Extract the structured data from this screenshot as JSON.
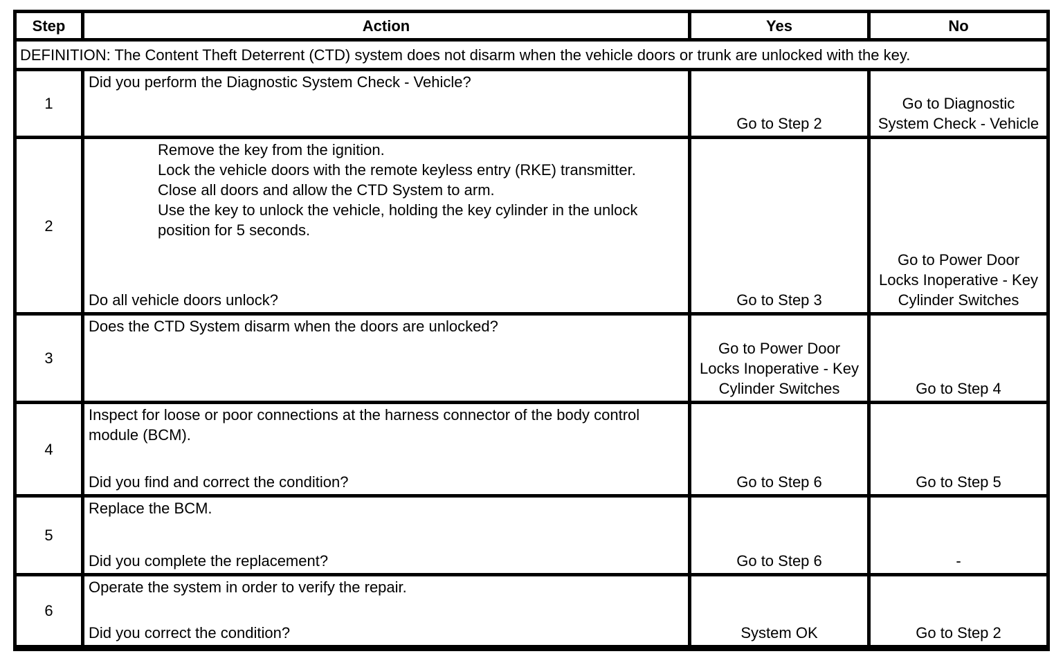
{
  "table": {
    "headers": {
      "step": "Step",
      "action": "Action",
      "yes": "Yes",
      "no": "No"
    },
    "definition": "DEFINITION: The Content Theft Deterrent (CTD) system does not disarm when the vehicle doors or trunk are unlocked with the key.",
    "rows": [
      {
        "step": "1",
        "question": "Did you perform the Diagnostic System Check - Vehicle?",
        "yes": "Go to Step 2",
        "no": "Go to Diagnostic System Check - Vehicle"
      },
      {
        "step": "2",
        "items": [
          "Remove the key from the ignition.",
          "Lock the vehicle doors with the remote keyless entry (RKE) transmitter.",
          "Close all doors and allow the CTD System to arm.",
          "Use the key to unlock the vehicle, holding the key cylinder in the unlock position for 5 seconds."
        ],
        "question": "Do all vehicle doors unlock?",
        "yes": "Go to Step 3",
        "no": "Go to Power Door Locks Inoperative - Key Cylinder Switches"
      },
      {
        "step": "3",
        "question": "Does the CTD System disarm when the doors are unlocked?",
        "yes": "Go to Power Door Locks Inoperative - Key Cylinder Switches",
        "no": "Go to Step 4"
      },
      {
        "step": "4",
        "text": "Inspect for loose or poor connections at the harness connector of the body control module (BCM).",
        "question": "Did you find and correct the condition?",
        "yes": "Go to Step 6",
        "no": "Go to Step 5"
      },
      {
        "step": "5",
        "text": "Replace the BCM.",
        "question": "Did you complete the replacement?",
        "yes": "Go to Step 6",
        "no": "-"
      },
      {
        "step": "6",
        "text": "Operate the system in order to verify the repair.",
        "question": "Did you correct the condition?",
        "yes": "System OK",
        "no": "Go to Step 2"
      }
    ]
  }
}
